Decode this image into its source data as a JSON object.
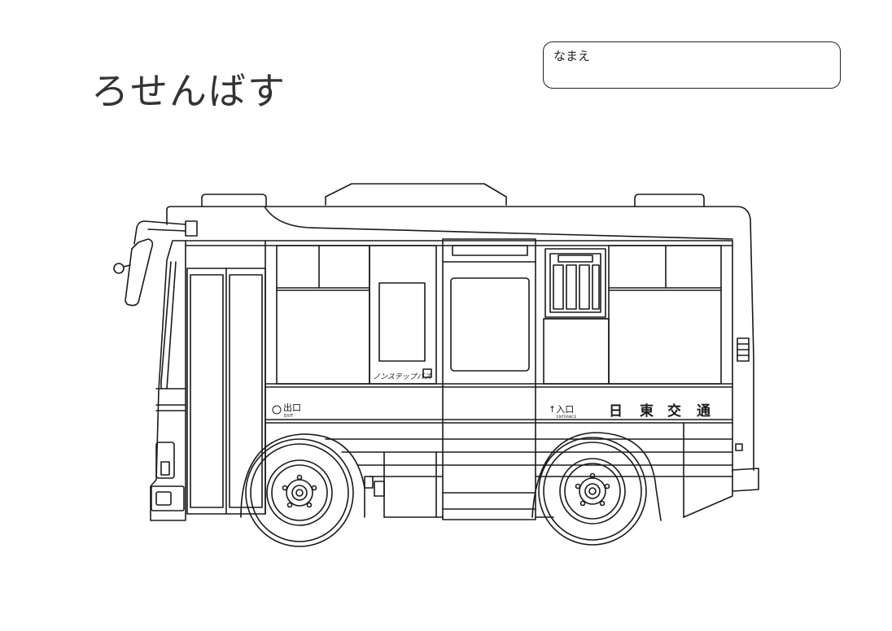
{
  "page": {
    "title": "ろせんばす",
    "name_label": "なまえ"
  },
  "bus": {
    "exit_label": "出口",
    "exit_sub": "EXIT",
    "entrance_label": "↑入口",
    "entrance_sub": "ENTRANCE",
    "company": [
      "日",
      "東",
      "交",
      "通"
    ],
    "nonstep_label": "ノンステップバス"
  },
  "colors": {
    "line": "#1a1a1a",
    "background": "#ffffff"
  }
}
